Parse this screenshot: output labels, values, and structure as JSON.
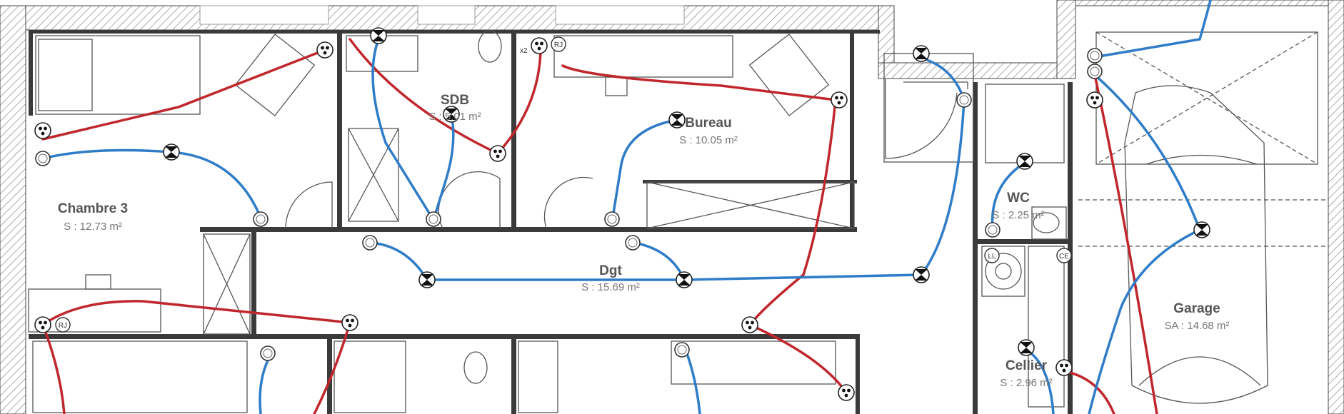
{
  "plan": {
    "rooms": [
      {
        "name": "Chambre 3",
        "area": "S : 12.73 m²"
      },
      {
        "name": "SDB",
        "area": "S : 5.01 m²"
      },
      {
        "name": "Bureau",
        "area": "S : 10.05 m²"
      },
      {
        "name": "Dgt",
        "area": "S : 15.69 m²"
      },
      {
        "name": "WC",
        "area": "S : 2.25 m²"
      },
      {
        "name": "Cellier",
        "area": "S : 2.96 m²"
      },
      {
        "name": "Garage",
        "area": "SA : 14.68 m²"
      }
    ],
    "symbol_tags": {
      "rj": "RJ",
      "rj2": "RJ",
      "x2": "x2",
      "lave_linge": "LL",
      "chauffe_eau": "CE"
    },
    "colors": {
      "electric_power": "#c0272d",
      "lighting": "#2f7cc8",
      "walls": "#3a3a3a"
    }
  }
}
